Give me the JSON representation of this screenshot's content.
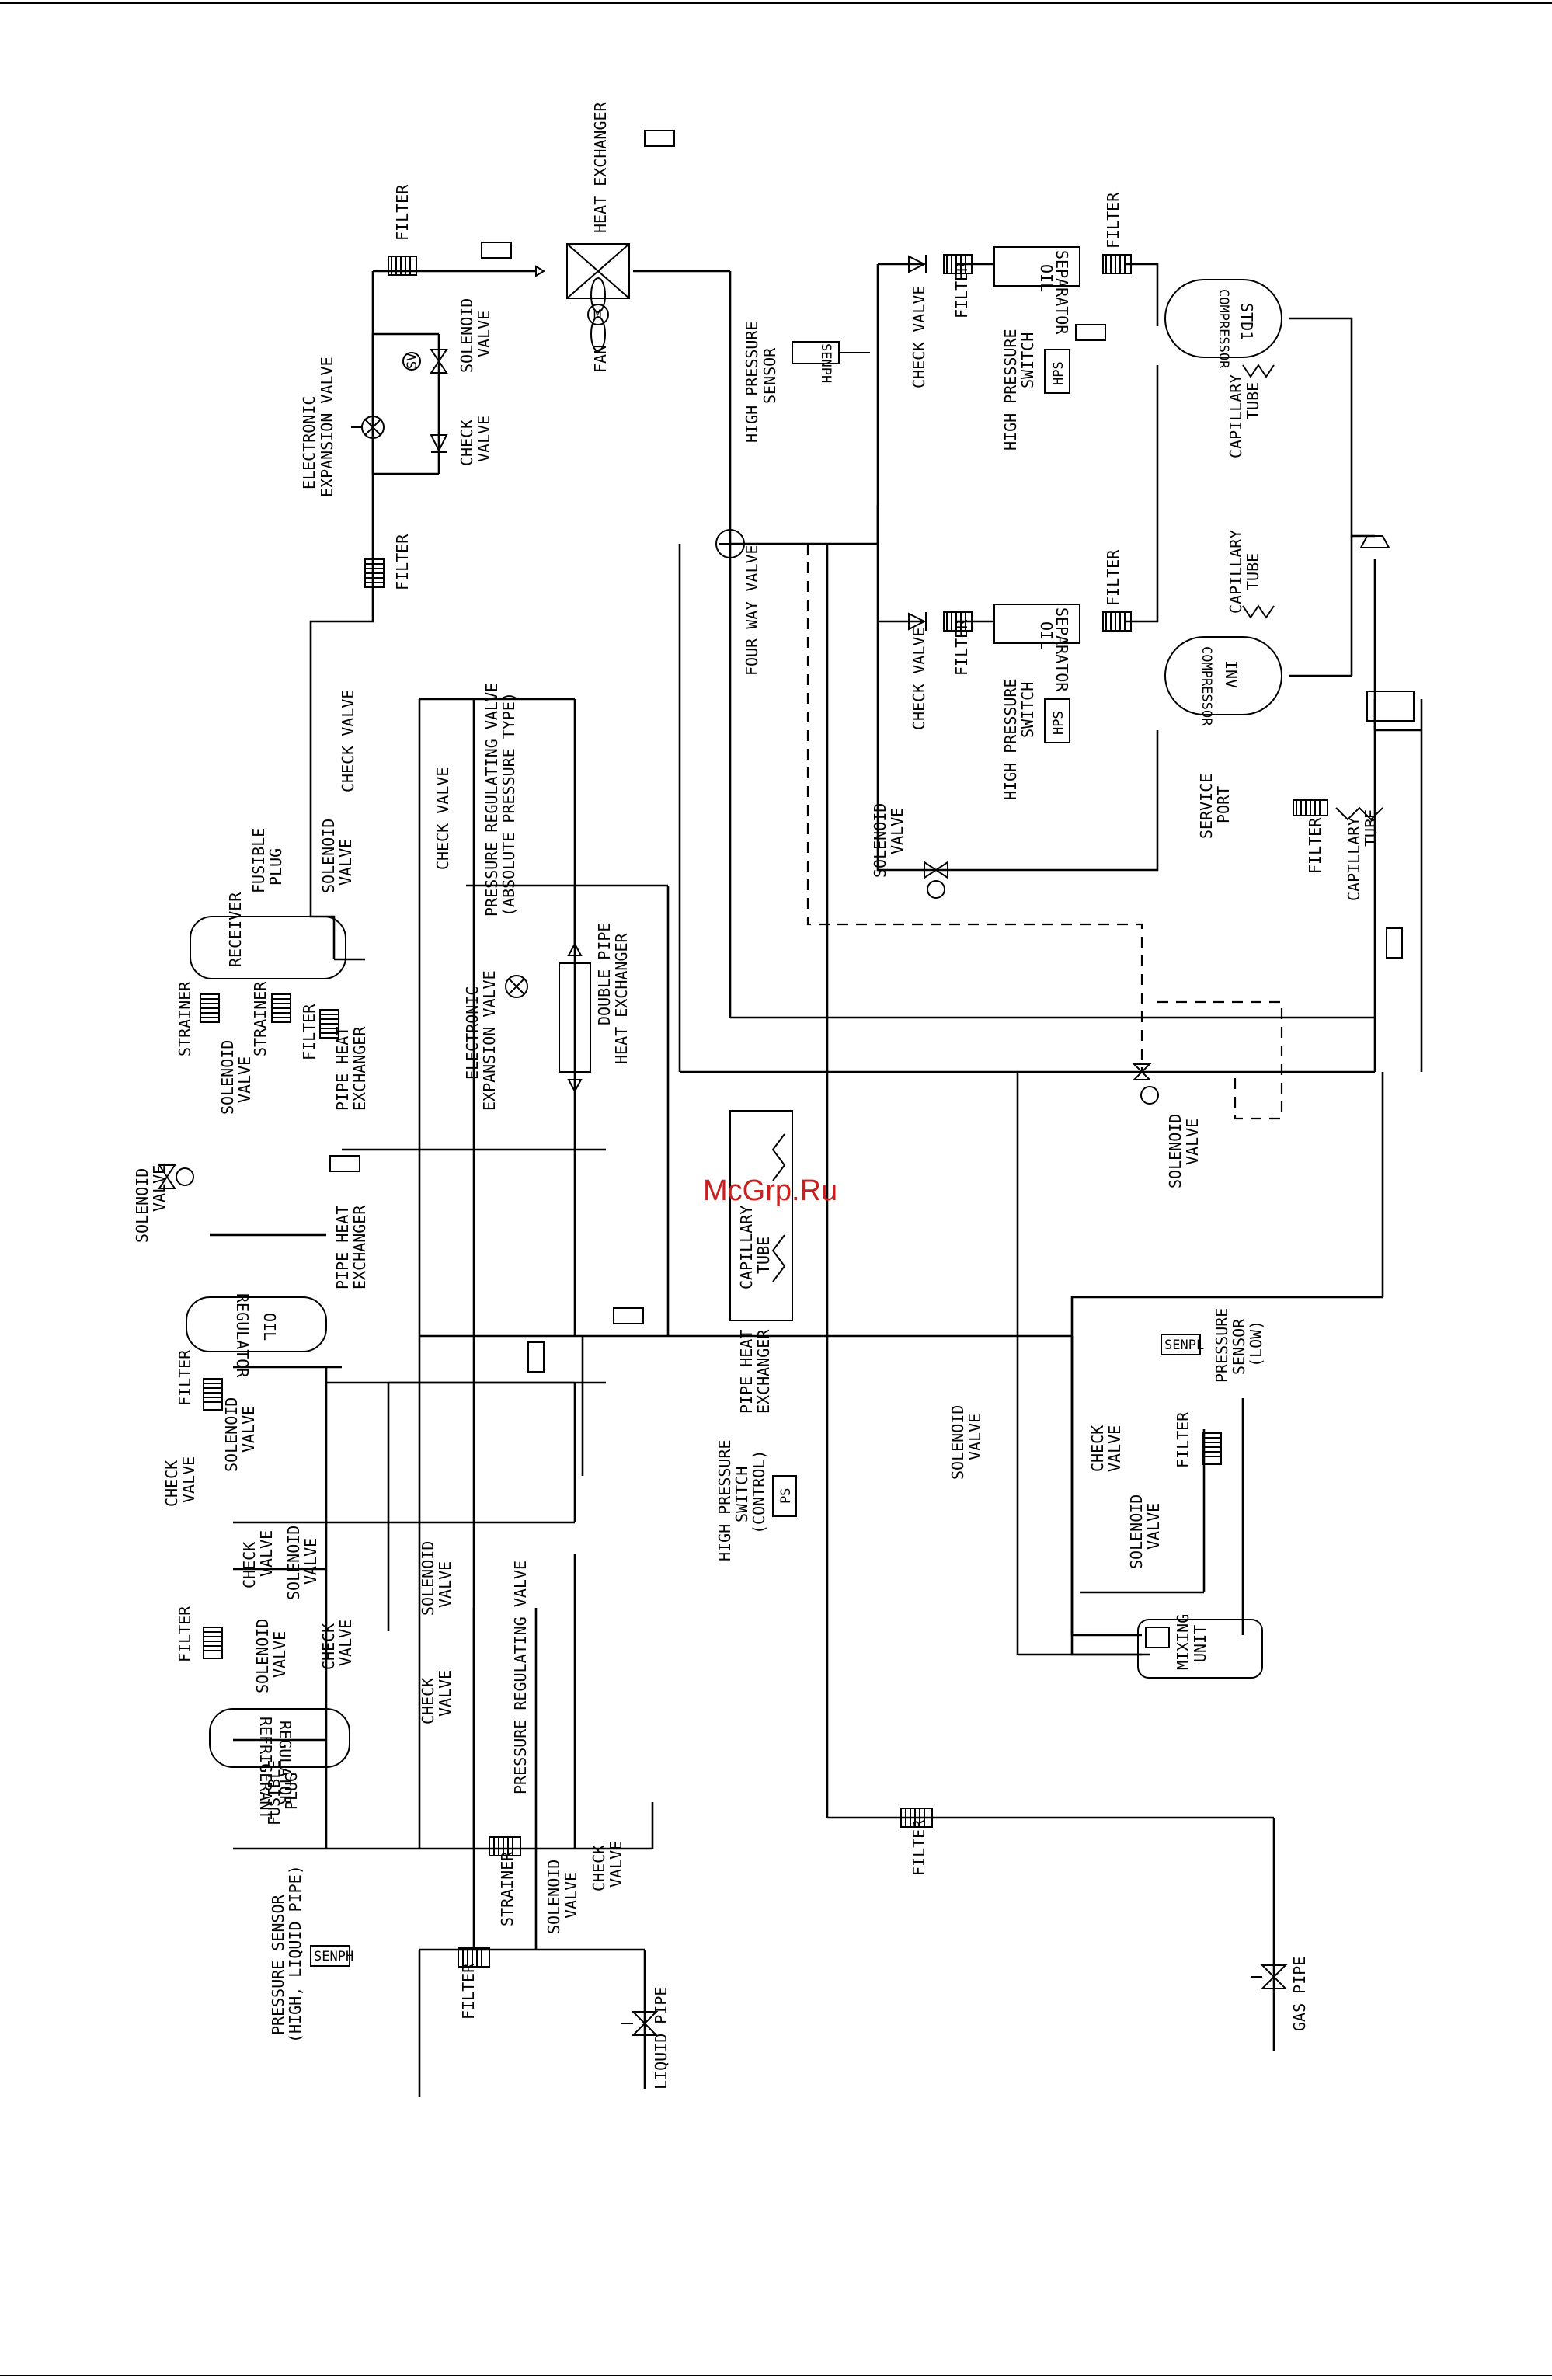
{
  "watermark": "McGrp.Ru",
  "colors": {
    "line": "#000000",
    "watermark": "#c8201e",
    "background": "#ffffff"
  },
  "labels": {
    "heat_exchanger": "HEAT EXCHANGER",
    "fan": "FAN",
    "fan_motor": "M",
    "filter": "FILTER",
    "solenoid_valve": "SOLENOID",
    "valve": "VALVE",
    "check": "CHECK",
    "check_valve": "CHECK VALVE",
    "electronic": "ELECTRONIC",
    "expansion_valve": "EXPANSION VALVE",
    "electronic_expansion_valve": "ELECTRONIC EXPANSION VALVE",
    "four_way_valve": "FOUR WAY VALVE",
    "high_pressure": "HIGH PRESSURE",
    "sensor": "SENSOR",
    "senph": "SENPH",
    "senpl": "SENPL",
    "oil": "OIL",
    "separator": "SEPARATOR",
    "switch": "SWITCH",
    "hps": "HPS",
    "compressor": "COMPRESSOR",
    "std1": "STD1",
    "inv": "INV",
    "capillary": "CAPILLARY",
    "tube": "TUBE",
    "service": "SERVICE",
    "port": "PORT",
    "receiver": "RECEIVER",
    "fusible": "FUSIBLE",
    "plug": "PLUG",
    "strainer": "STRAINER",
    "pipe_heat": "PIPE HEAT",
    "exchanger": "EXCHANGER",
    "double_pipe": "DOUBLE PIPE",
    "heat_exchanger_lc": "HEAT EXCHANGER",
    "pressure_regulating_valve": "PRESSURE REGULATING VALVE",
    "absolute_pressure_type": "(ABSOLUTE PRESSURE TYPE)",
    "oil_regulator_1": "OIL",
    "oil_regulator_2": "REGULATOR",
    "refrigerant": "REFRIGERANT",
    "regulator": "REGULATOR",
    "pressure_sensor": "PRESSURE SENSOR",
    "high_liquid_pipe": "(HIGH, LIQUID PIPE)",
    "pressure": "PRESSURE",
    "low": "(LOW)",
    "control": "(CONTROL)",
    "ps": "PS",
    "mixing": "MIXING",
    "unit": "UNIT",
    "liquid_pipe": "LIQUID PIPE",
    "gas_pipe": "GAS PIPE",
    "sv": "SV"
  }
}
